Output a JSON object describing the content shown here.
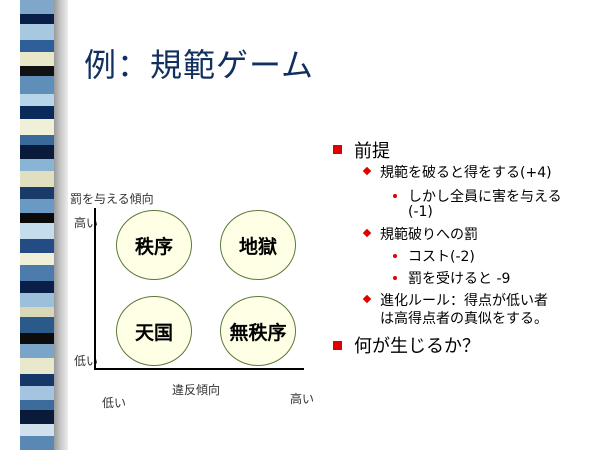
{
  "slide": {
    "title": "例：規範ゲーム"
  },
  "diagram": {
    "y_axis_label": "罰を与える傾向",
    "y_high": "高い",
    "y_low": "低い",
    "x_axis_label": "違反傾向",
    "x_low": "低い",
    "x_high": "高い",
    "cells": {
      "top_left": "秩序",
      "top_right": "地獄",
      "bottom_left": "天国",
      "bottom_right": "無秩序"
    }
  },
  "bullets": {
    "premise": "前提",
    "norm_break": "規範を破ると得をする(+4)",
    "harm_line1": "しかし全員に害を与える",
    "harm_line2": "(-1)",
    "penalty_heading": "規範破りへの罰",
    "cost": "コスト(-2)",
    "punished": "罰を受けると -9",
    "evolution_line1": "進化ルール：得点が低い者",
    "evolution_line2": "は高得点者の真似をする。",
    "question": "何が生じるか？"
  },
  "colors": {
    "title": "#12305e",
    "bullet": "#e00000",
    "circle_fill": "#ffffe6",
    "circle_border": "#5a7a3a"
  }
}
